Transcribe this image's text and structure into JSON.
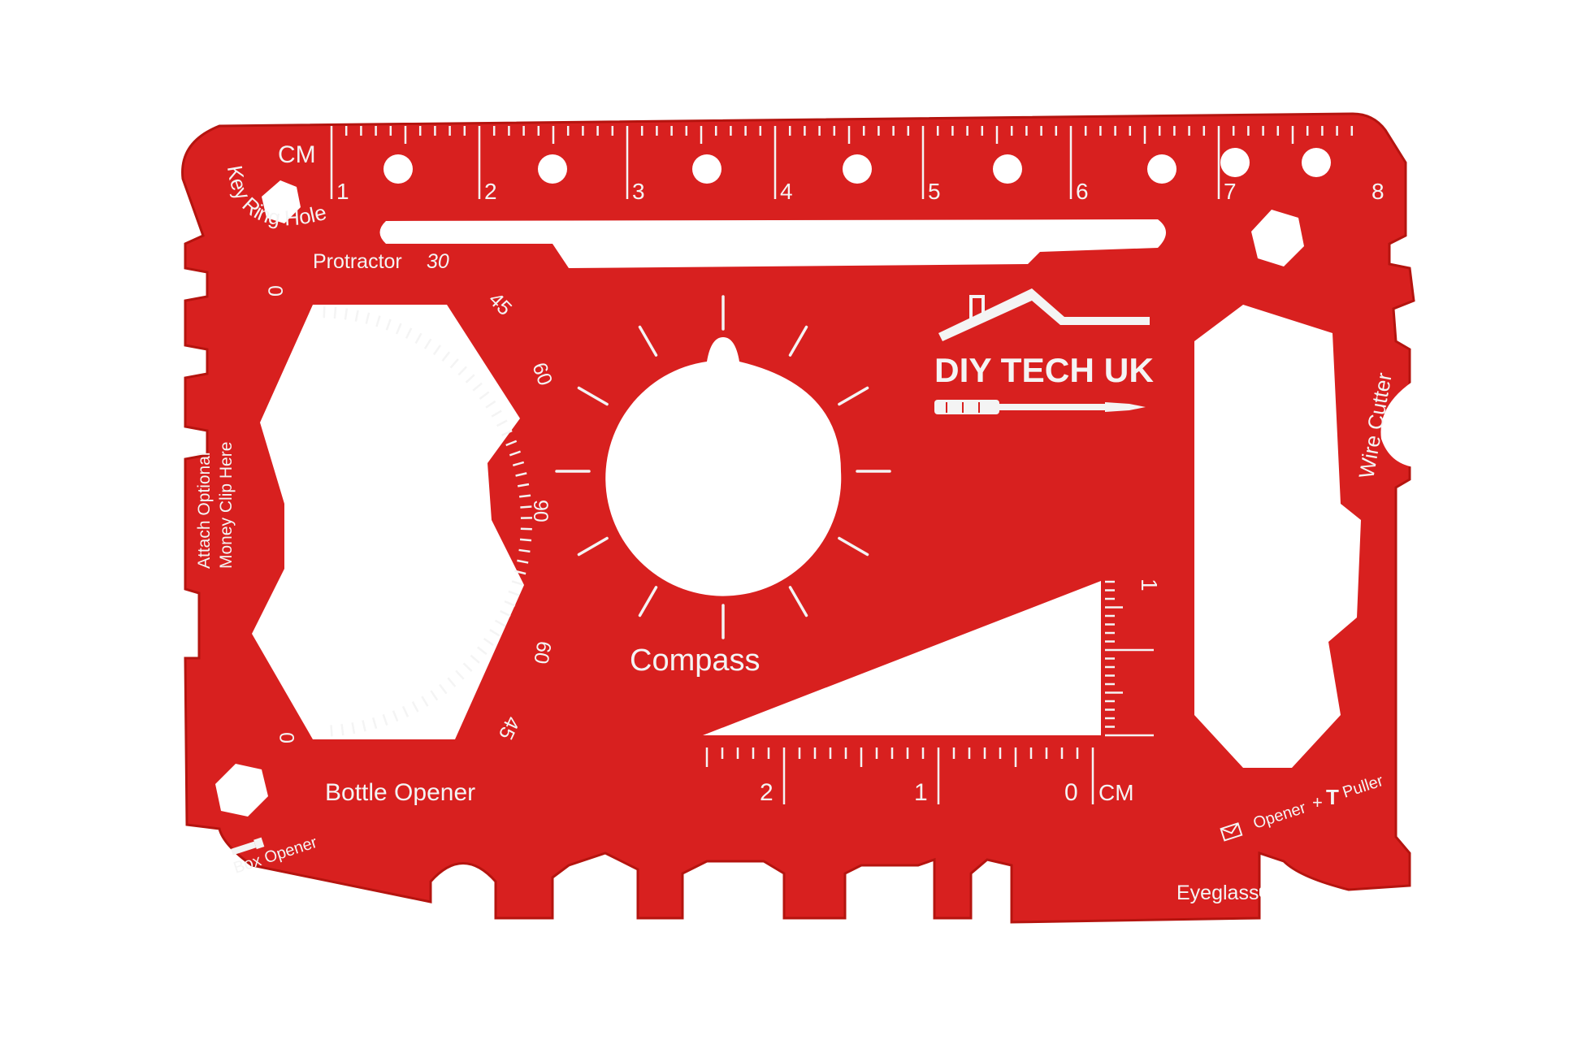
{
  "colors": {
    "background": "#ffffff",
    "card": "#d8201f",
    "card_shadow": "#a8110f",
    "engraving": "#f4f4f4"
  },
  "brand": {
    "logo_text": "DIY TECH UK",
    "logo_icons": [
      "house-roof-icon",
      "screwdriver-icon"
    ]
  },
  "top_ruler": {
    "unit": "CM",
    "numbers": [
      "1",
      "2",
      "3",
      "4",
      "5",
      "6",
      "7",
      "8"
    ]
  },
  "bottom_ruler": {
    "unit": "CM",
    "numbers": [
      "2",
      "1",
      "0"
    ]
  },
  "vertical_scale": {
    "numbers": [
      "1"
    ]
  },
  "protractor": {
    "label": "Protractor",
    "angles_top": [
      "0",
      "30",
      "45",
      "60"
    ],
    "angle_mid": "90",
    "angles_bottom": [
      "60",
      "45",
      "0"
    ]
  },
  "labels": {
    "key_ring": "Key Ring Hole",
    "attach_line1": "Attach Optional",
    "attach_line2": "Money Clip Here",
    "compass": "Compass",
    "bottle_opener": "Bottle Opener",
    "box_opener": "Box Opener",
    "wire_cutter": "Wire Cutter",
    "opener": "Opener",
    "puller": "Puller",
    "eyeglass": "Eyeglass"
  }
}
